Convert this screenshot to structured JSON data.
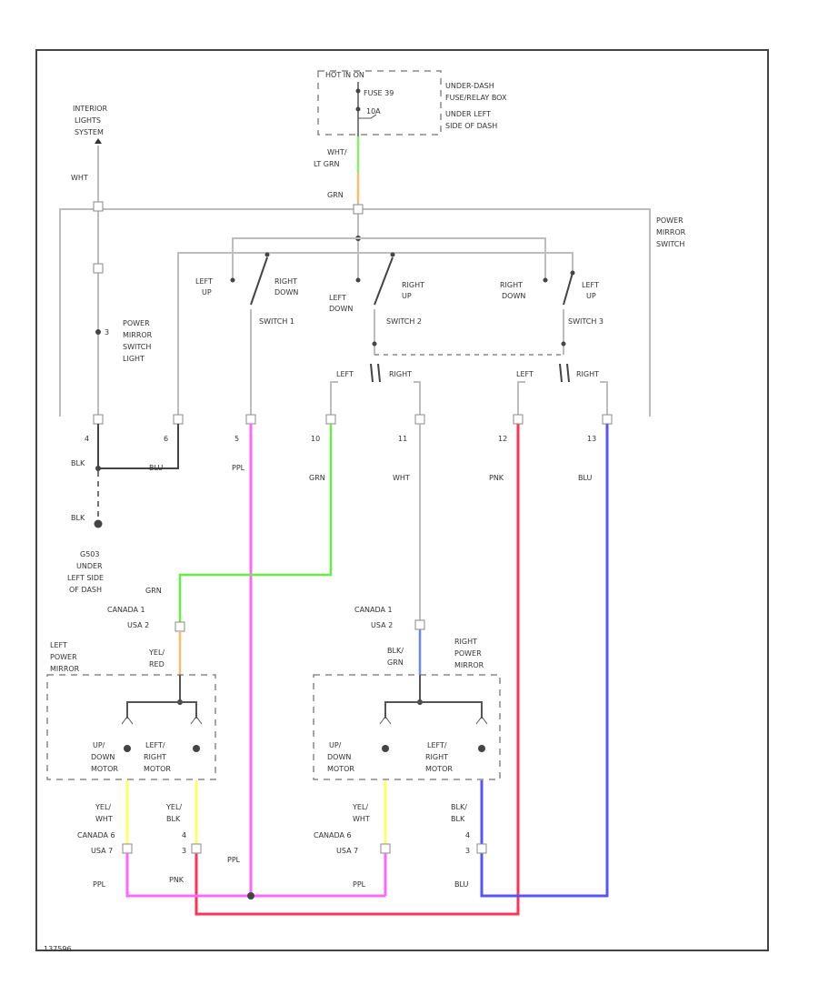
{
  "colors": {
    "frame": "#444444",
    "wire_default": "#bdbdbd",
    "grn": "#66ee44",
    "lt_grn": "#88ee66",
    "orange": "#ffbb66",
    "ppl": "#ff66ff",
    "pnk": "#ff3355",
    "blu": "#5555ff",
    "yel": "#ffff66",
    "blu_lt": "#6688ff"
  },
  "hot_block": {
    "hot_label": "HOT IN ON",
    "fuse": "FUSE 39",
    "amp": "10A",
    "box_lines": [
      "UNDER-DASH",
      "FUSE/RELAY BOX",
      "UNDER LEFT",
      "SIDE OF DASH"
    ]
  },
  "interior": {
    "lines": [
      "INTERIOR",
      "LIGHTS",
      "SYSTEM"
    ],
    "wire_color": "WHT"
  },
  "feed": {
    "color1": "WHT/",
    "color2": "LT GRN",
    "color3": "GRN"
  },
  "power_mirror_switch": [
    "POWER",
    "MIRROR",
    "SWITCH"
  ],
  "switch_light": {
    "pin": "3",
    "lines": [
      "POWER",
      "MIRROR",
      "SWITCH",
      "LIGHT"
    ]
  },
  "switches": {
    "sw1": {
      "label": "SWITCH 1",
      "left": [
        "LEFT",
        "UP"
      ],
      "right": [
        "RIGHT",
        "DOWN"
      ]
    },
    "sw2": {
      "label": "SWITCH 2",
      "left": [
        "LEFT",
        "DOWN"
      ],
      "right": [
        "RIGHT",
        "UP"
      ]
    },
    "sw3": {
      "label": "SWITCH 3",
      "left": [
        "RIGHT",
        "DOWN"
      ],
      "right": [
        "LEFT",
        "UP"
      ]
    },
    "left_tag": "LEFT",
    "right_tag": "RIGHT"
  },
  "pins": {
    "p4": "4",
    "p6": "6",
    "p5": "5",
    "p10": "10",
    "p11": "11",
    "p12": "12",
    "p13": "13"
  },
  "wire_colors": {
    "blk1": "BLK",
    "blu1": "BLU",
    "ppl": "PPL",
    "grn": "GRN",
    "wht": "WHT",
    "pnk": "PNK",
    "blu": "BLU",
    "blk2": "BLK"
  },
  "ground": [
    "G503",
    "UNDER",
    "LEFT SIDE",
    "OF DASH"
  ],
  "left_mirror": {
    "title": [
      "LEFT",
      "POWER",
      "MIRROR"
    ],
    "in_color": "GRN",
    "canada": "CANADA  1",
    "usa": "USA  2",
    "splice_color": [
      "YEL/",
      "RED"
    ],
    "motor1": [
      "UP/",
      "DOWN",
      "MOTOR"
    ],
    "motor2": [
      "LEFT/",
      "RIGHT",
      "MOTOR"
    ],
    "out1": [
      "YEL/",
      "WHT"
    ],
    "out2": [
      "YEL/",
      "BLK"
    ],
    "canada_out": "CANADA  6",
    "usa_out": "USA  7",
    "pin4": "4",
    "pin3": "3"
  },
  "right_mirror": {
    "title": [
      "RIGHT",
      "POWER",
      "MIRROR"
    ],
    "canada": "CANADA  1",
    "usa": "USA  2",
    "splice_color": [
      "BLK/",
      "GRN"
    ],
    "motor1": [
      "UP/",
      "DOWN",
      "MOTOR"
    ],
    "motor2": [
      "LEFT/",
      "RIGHT",
      "MOTOR"
    ],
    "out1": [
      "YEL/",
      "WHT"
    ],
    "out2": [
      "BLK/",
      "BLK"
    ],
    "canada_out": "CANADA  6",
    "usa_out": "USA  7",
    "pin4": "4",
    "pin3": "3"
  },
  "bottom_labels": {
    "ppl_left": "PPL",
    "pnk": "PNK",
    "ppl_mid": "PPL",
    "ppl_right": "PPL",
    "blu": "BLU"
  },
  "footer_code": "137596"
}
